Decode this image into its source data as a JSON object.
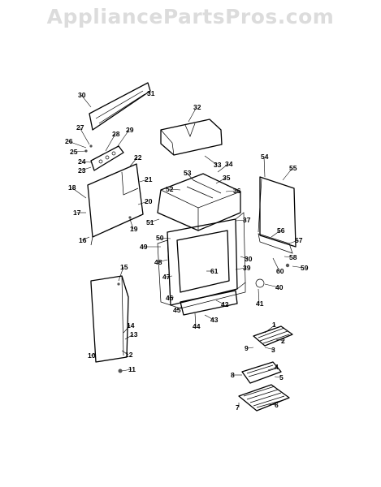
{
  "watermark": "AppliancePartsPros.com",
  "part_labels": [
    "1",
    "2",
    "3",
    "4",
    "5",
    "6",
    "7",
    "8",
    "9",
    "10",
    "11",
    "12",
    "13",
    "14",
    "15",
    "16",
    "17",
    "18",
    "19",
    "20",
    "21",
    "22",
    "23",
    "24",
    "25",
    "26",
    "27",
    "28",
    "29",
    "30",
    "30",
    "31",
    "32",
    "33",
    "34",
    "35",
    "36",
    "37",
    "39",
    "40",
    "41",
    "42",
    "43",
    "44",
    "45",
    "46",
    "47",
    "48",
    "49",
    "50",
    "51",
    "52",
    "53",
    "54",
    "55",
    "56",
    "57",
    "58",
    "59",
    "60",
    "61"
  ]
}
